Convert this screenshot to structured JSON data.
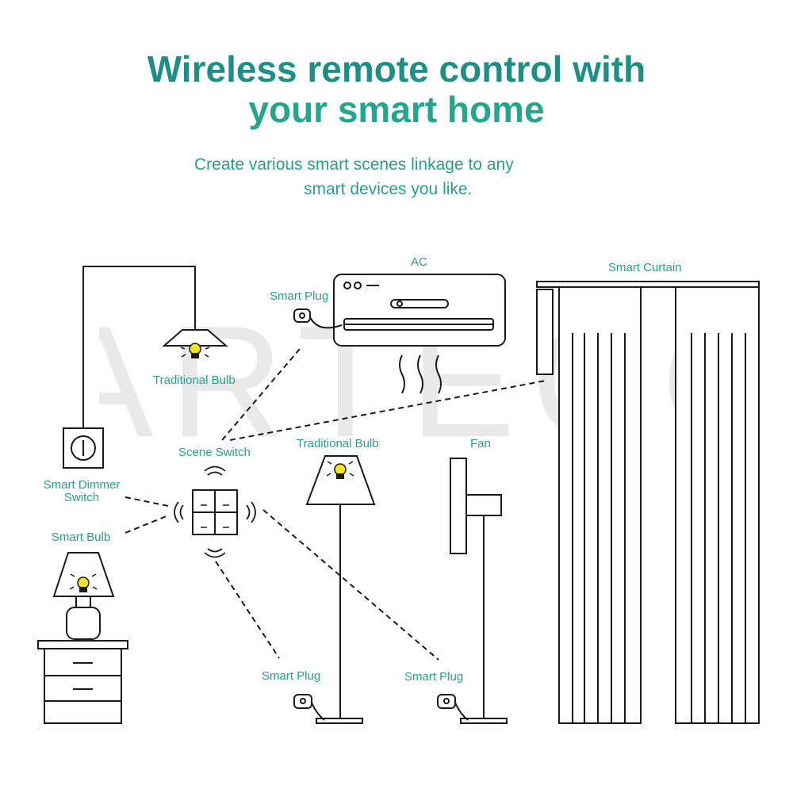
{
  "header": {
    "title_line1": "Wireless remote control with",
    "title_line2": "your smart home",
    "subtitle_line1": "Create various smart scenes linkage to any",
    "subtitle_line2": "smart devices you like."
  },
  "watermark": "ARTECO",
  "labels": {
    "ac": "AC",
    "smart_curtain": "Smart Curtain",
    "smart_plug_ac": "Smart Plug",
    "traditional_bulb_ceiling": "Traditional Bulb",
    "scene_switch": "Scene Switch",
    "traditional_bulb_floor": "Traditional Bulb",
    "fan": "Fan",
    "smart_dimmer_switch_line1": "Smart Dimmer",
    "smart_dimmer_switch_line2": "Switch",
    "smart_bulb": "Smart Bulb",
    "smart_plug_floor_lamp": "Smart Plug",
    "smart_plug_fan": "Smart Plug"
  },
  "colors": {
    "title_gradient_start": "#1f8f86",
    "title_gradient_end": "#2db89a",
    "label_teal": "#2a9d8f",
    "line": "#1a1a1a",
    "bulb_yellow": "#f7e326",
    "watermark": "#e9e9e9"
  }
}
